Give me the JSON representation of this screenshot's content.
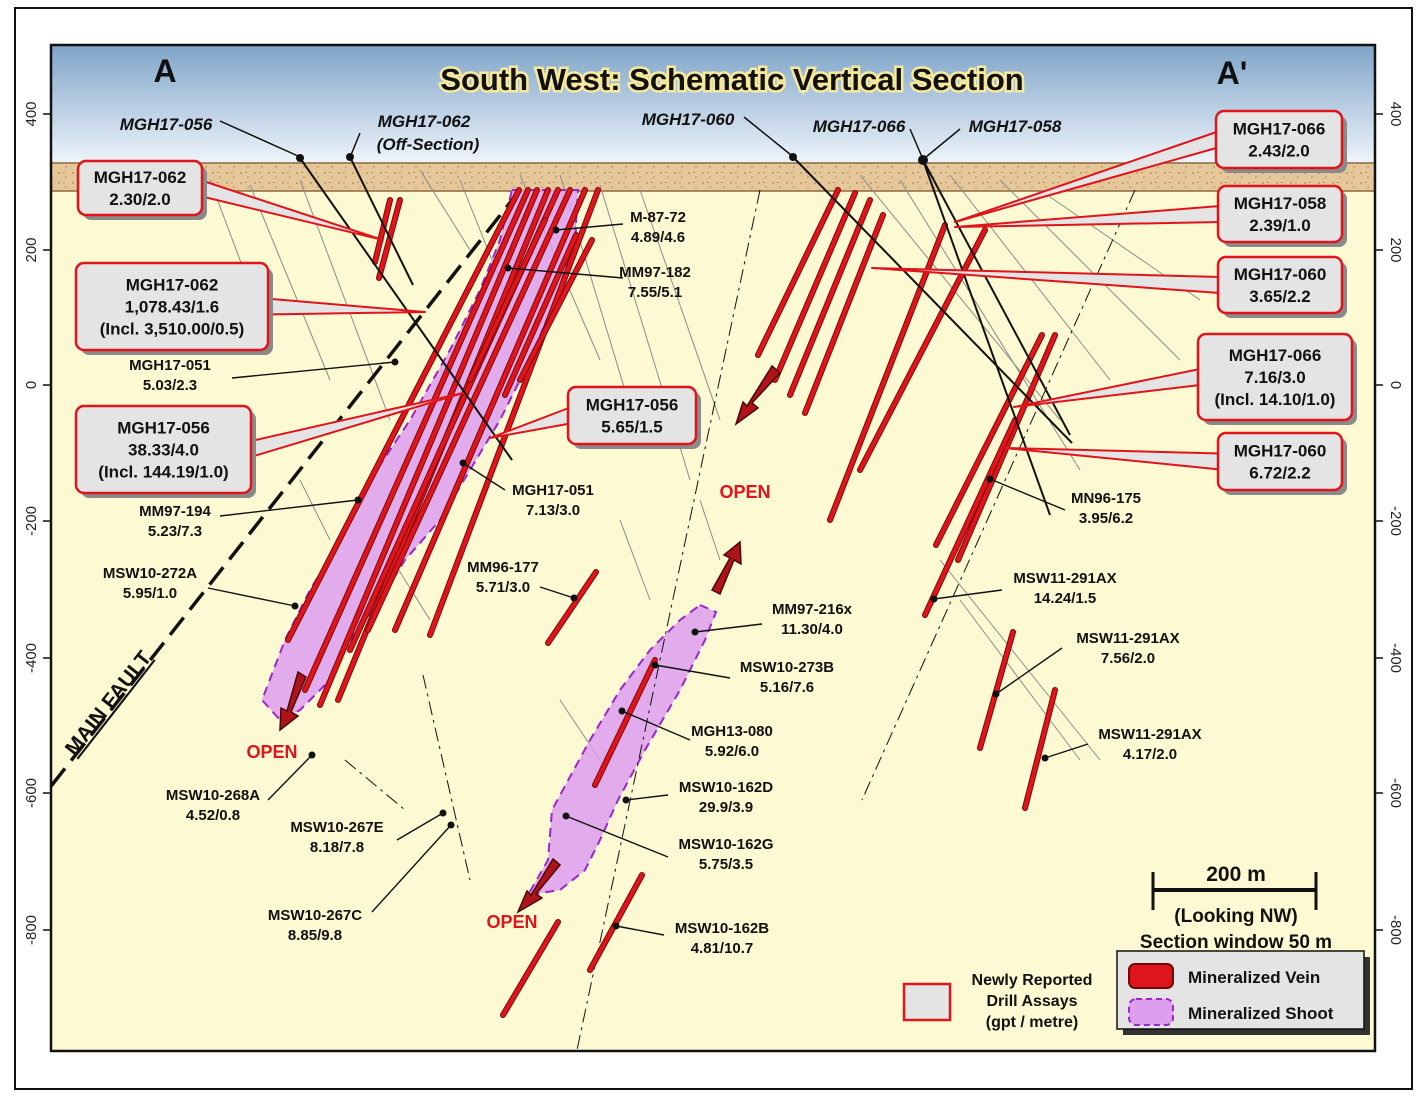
{
  "section": {
    "title": "South West: Schematic Vertical Section",
    "left_end": "A",
    "right_end": "A'",
    "fault_label": "MAIN FAULT"
  },
  "axis": {
    "ticks": [
      "400",
      "200",
      "0",
      "-200",
      "-400",
      "-600",
      "-800"
    ]
  },
  "colors": {
    "sky_top": "#7fa4c8",
    "sky_bottom": "#eef4fa",
    "overburden": "#e6c79a",
    "background": "#fdf9d2",
    "vein": "#e0141b",
    "vein_dark": "#8f0d0d",
    "shoot_fill": "#dd9ef0",
    "shoot_outline": "#9b27c8",
    "callout_fill": "#e4e4e4",
    "callout_border": "#e0141b"
  },
  "surface_holes": [
    {
      "name": "MGH17-056"
    },
    {
      "name": "MGH17-062",
      "note": "(Off-Section)"
    },
    {
      "name": "MGH17-060"
    },
    {
      "name": "MGH17-066"
    },
    {
      "name": "MGH17-058"
    }
  ],
  "callouts": [
    {
      "lines": [
        "MGH17-062",
        "2.30/2.0"
      ]
    },
    {
      "lines": [
        "MGH17-062",
        "1,078.43/1.6",
        "(Incl. 3,510.00/0.5)"
      ]
    },
    {
      "lines": [
        "MGH17-056",
        "38.33/4.0",
        "(Incl. 144.19/1.0)"
      ]
    },
    {
      "lines": [
        "MGH17-056",
        "5.65/1.5"
      ]
    },
    {
      "lines": [
        "MGH17-066",
        "2.43/2.0"
      ]
    },
    {
      "lines": [
        "MGH17-058",
        "2.39/1.0"
      ]
    },
    {
      "lines": [
        "MGH17-060",
        "3.65/2.2"
      ]
    },
    {
      "lines": [
        "MGH17-066",
        "7.16/3.0",
        "(Incl. 14.10/1.0)"
      ]
    },
    {
      "lines": [
        "MGH17-060",
        "6.72/2.2"
      ]
    }
  ],
  "intercepts": [
    {
      "hole": "M-87-72",
      "value": "4.89/4.6"
    },
    {
      "hole": "MM97-182",
      "value": "7.55/5.1"
    },
    {
      "hole": "MGH17-051",
      "value": "5.03/2.3"
    },
    {
      "hole": "MGH17-051",
      "value": "7.13/3.0"
    },
    {
      "hole": "MM97-194",
      "value": "5.23/7.3"
    },
    {
      "hole": "MSW10-272A",
      "value": "5.95/1.0"
    },
    {
      "hole": "MM96-177",
      "value": "5.71/3.0"
    },
    {
      "hole": "MSW10-268A",
      "value": "4.52/0.8"
    },
    {
      "hole": "MSW10-267E",
      "value": "8.18/7.8"
    },
    {
      "hole": "MSW10-267C",
      "value": "8.85/9.8"
    },
    {
      "hole": "MM97-216x",
      "value": "11.30/4.0"
    },
    {
      "hole": "MSW10-273B",
      "value": "5.16/7.6"
    },
    {
      "hole": "MGH13-080",
      "value": "5.92/6.0"
    },
    {
      "hole": "MSW10-162D",
      "value": "29.9/3.9"
    },
    {
      "hole": "MSW10-162G",
      "value": "5.75/3.5"
    },
    {
      "hole": "MSW10-162B",
      "value": "4.81/10.7"
    },
    {
      "hole": "MN96-175",
      "value": "3.95/6.2"
    },
    {
      "hole": "MSW11-291AX",
      "value": "14.24/1.5"
    },
    {
      "hole": "MSW11-291AX",
      "value": "7.56/2.0"
    },
    {
      "hole": "MSW11-291AX",
      "value": "4.17/2.0"
    }
  ],
  "open_labels": [
    "OPEN",
    "OPEN",
    "OPEN"
  ],
  "scale": {
    "length": "200 m",
    "orientation": "(Looking NW)",
    "window": "Section window 50 m"
  },
  "legend": {
    "assays": [
      "Newly Reported",
      "Drill Assays",
      "(gpt / metre)"
    ],
    "vein": "Mineralized Vein",
    "shoot": "Mineralized Shoot"
  }
}
